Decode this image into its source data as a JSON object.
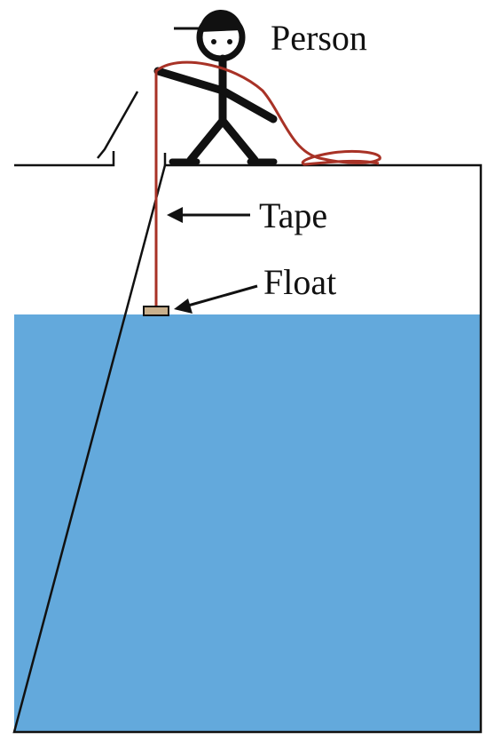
{
  "labels": {
    "person": "Person",
    "tape": "Tape",
    "float": "Float"
  },
  "colors": {
    "water": "#63a9dc",
    "tape": "#a83226",
    "float": "#c9b08c",
    "outline": "#111111"
  }
}
